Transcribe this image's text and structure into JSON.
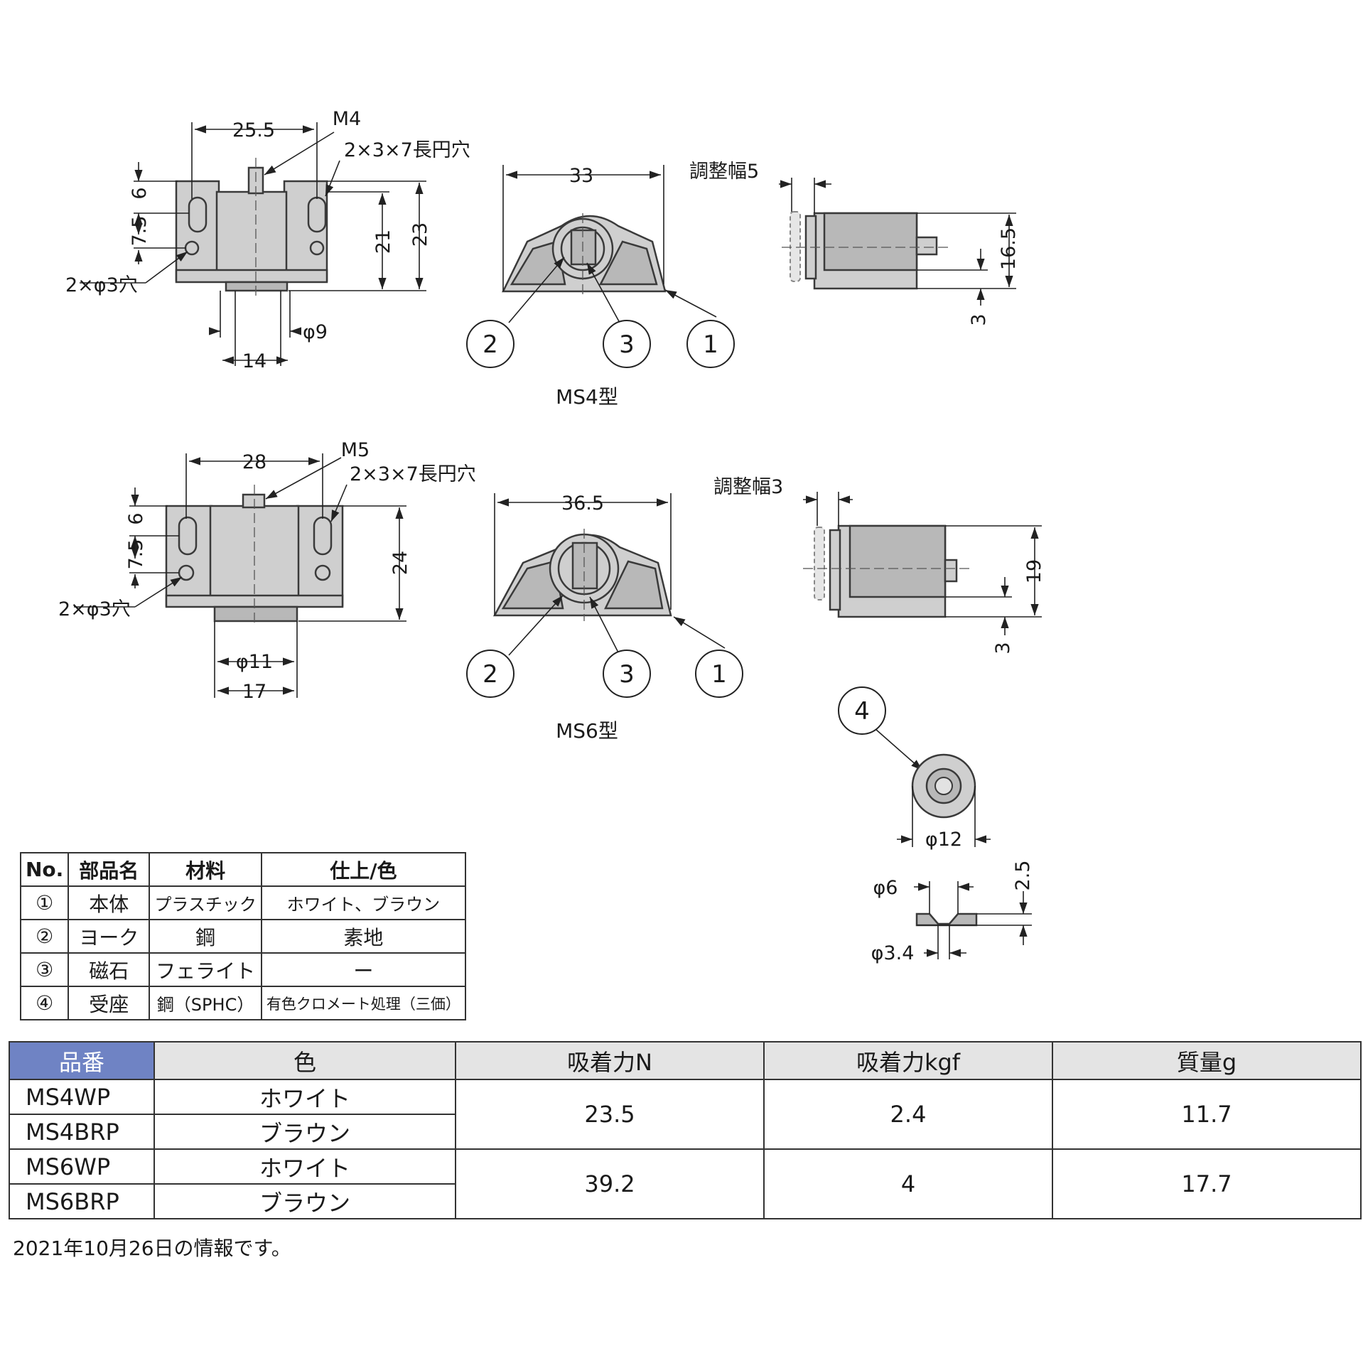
{
  "dimensions": {
    "ms4": {
      "width_front": "25.5",
      "thread": "M4",
      "slot_holes": "2×3×7長円穴",
      "v_top": "6",
      "v_mid": "7.5",
      "height_21": "21",
      "height_23": "23",
      "holes": "2×φ3穴",
      "dia": "φ9",
      "base_width": "14",
      "width_top": "33",
      "adjust": "調整幅5",
      "side_height": "16.5",
      "side_offset": "3",
      "caption": "MS4型"
    },
    "ms6": {
      "width_front": "28",
      "thread": "M5",
      "slot_holes": "2×3×7長円穴",
      "v_top": "6",
      "v_mid": "7.5",
      "height_24": "24",
      "holes": "2×φ3穴",
      "dia": "φ11",
      "base_width": "17",
      "width_top": "36.5",
      "adjust": "調整幅3",
      "side_height": "19",
      "side_offset": "3",
      "caption": "MS6型"
    },
    "plate": {
      "outer_dia": "φ12",
      "inner_dia": "φ6",
      "hole_dia": "φ3.4",
      "thickness": "2.5"
    }
  },
  "callouts": [
    "1",
    "2",
    "3",
    "4"
  ],
  "parts_table": {
    "headers": [
      "No.",
      "部品名",
      "材料",
      "仕上/色"
    ],
    "rows": [
      [
        "①",
        "本体",
        "プラスチック",
        "ホワイト、ブラウン"
      ],
      [
        "②",
        "ヨーク",
        "鋼",
        "素地"
      ],
      [
        "③",
        "磁石",
        "フェライト",
        "ー"
      ],
      [
        "④",
        "受座",
        "鋼（SPHC）",
        "有色クロメート処理（三価）"
      ]
    ]
  },
  "spec_table": {
    "headers": [
      "品番",
      "色",
      "吸着力N",
      "吸着力kgf",
      "質量g"
    ],
    "groups": [
      {
        "items": [
          {
            "pn": "MS4WP",
            "color": "ホワイト"
          },
          {
            "pn": "MS4BRP",
            "color": "ブラウン"
          }
        ],
        "force_n": "23.5",
        "force_kgf": "2.4",
        "mass": "11.7"
      },
      {
        "items": [
          {
            "pn": "MS6WP",
            "color": "ホワイト"
          },
          {
            "pn": "MS6BRP",
            "color": "ブラウン"
          }
        ],
        "force_n": "39.2",
        "force_kgf": "4",
        "mass": "17.7"
      }
    ]
  },
  "footnote": "2021年10月26日の情報です。"
}
